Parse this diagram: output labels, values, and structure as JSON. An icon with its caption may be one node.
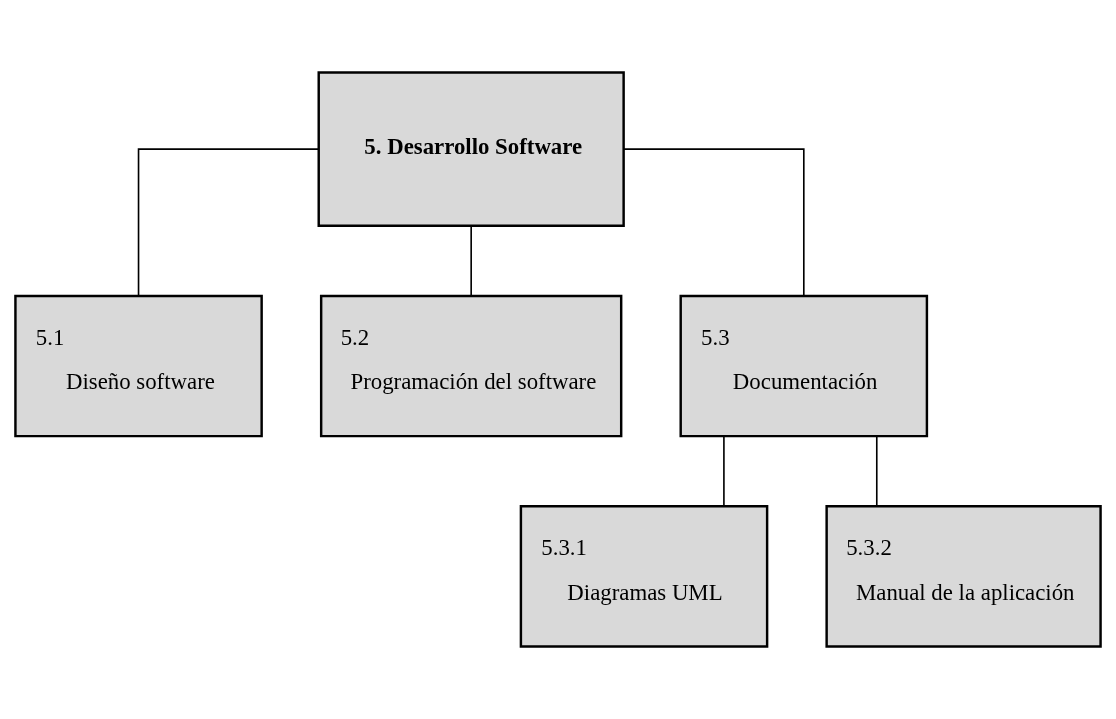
{
  "diagram": {
    "nodes": [
      {
        "text": [
          "5. Desarrollo Software"
        ]
      },
      {
        "text": [
          "5.1",
          "Diseño software"
        ]
      },
      {
        "text": [
          "5.2",
          "Programación del software"
        ]
      },
      {
        "text": [
          "5.3",
          "Documentación"
        ]
      },
      {
        "text": [
          "5.3.1",
          "Diagramas UML"
        ]
      },
      {
        "text": [
          "5.3.2",
          "Manual de la aplicación"
        ]
      }
    ],
    "edges": [
      {
        "from": 0,
        "to": 1,
        "arrow": "none"
      },
      {
        "from": 0,
        "to": 2,
        "arrow": "none"
      },
      {
        "from": 0,
        "to": 3,
        "arrow": "none"
      },
      {
        "from": 3,
        "to": 4,
        "arrow": "none"
      },
      {
        "from": 3,
        "to": 5,
        "arrow": "none"
      }
    ]
  }
}
